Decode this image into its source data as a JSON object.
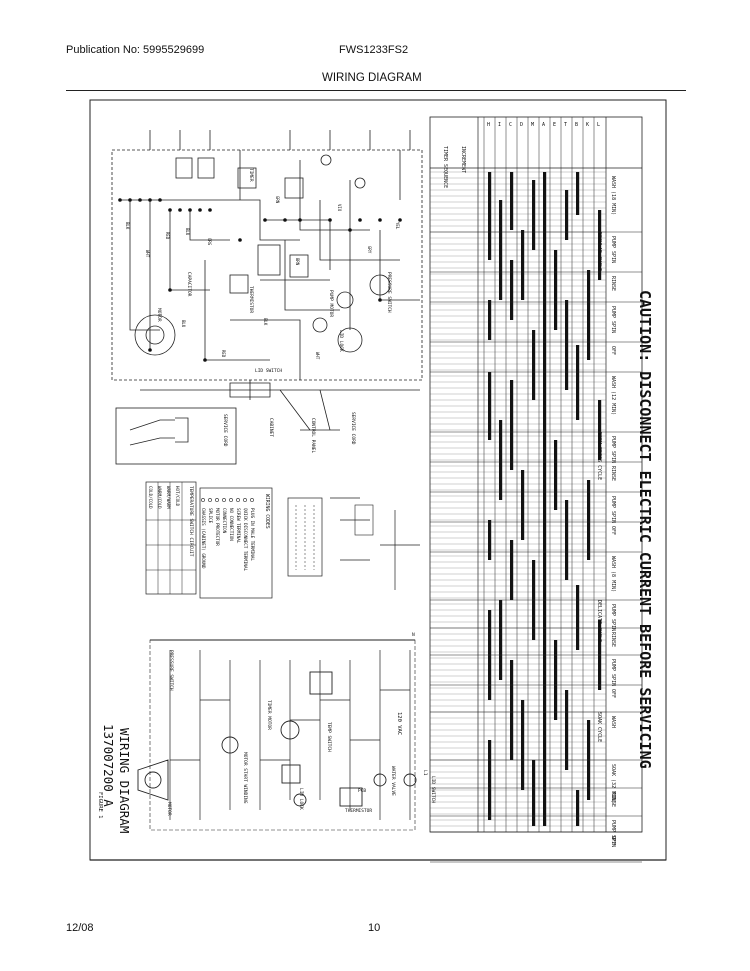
{
  "header": {
    "publication": "Publication No: 5995529699",
    "model": "FWS1233FS2",
    "title": "WIRING DIAGRAM"
  },
  "footer": {
    "date": "12/08",
    "page": "10"
  },
  "sheet": {
    "caution": "CAUTION: DISCONNECT ELECTRIC CURRENT BEFORE SERVICING",
    "diagram_title": "WIRING DIAGRAM",
    "diagram_number": "137007200 A",
    "figure_label": "FIGURE 1",
    "cycle_labels": [
      "REGULAR CYCLE",
      "PERM PRESS CYCLE",
      "DELICATE CYCLE",
      "SOAK CYCLE"
    ],
    "step_labels": [
      "WASH (18 MIN)",
      "PUMP SPIN",
      "RINSE",
      "PUMP SPIN",
      "OFF",
      "WASH (12 MIN)",
      "PUMP SPIN",
      "RINSE",
      "PUMP SPIN",
      "OFF",
      "WASH (8 MIN)",
      "PUMP SPIN",
      "RINSE",
      "PUMP SPIN",
      "OFF",
      "WASH",
      "SOAK (32 MIN)",
      "RINSE",
      "PUMP SPIN",
      "OFF"
    ],
    "switch_labels": [
      "H",
      "I",
      "C",
      "D",
      "M",
      "A",
      "E",
      "T",
      "B",
      "K",
      "L"
    ],
    "legend_title": "WIRING CODES",
    "legend_items": [
      "PLUG IN MALE TERMINAL",
      "QUICK DISCONNECT TERMINAL",
      "SCREW TERMINAL",
      "NO CONNECTION",
      "CONNECTION",
      "MOTOR PROTECTOR",
      "SPLICE",
      "CHASSIS (CABINET) GROUND"
    ],
    "temp_table_title": "TEMPERATURE SWITCH CIRCUIT",
    "temp_rows": [
      "HOT/COLD",
      "WARM/WARM",
      "WARM/COLD",
      "COLD/COLD"
    ],
    "schematic_labels": [
      "120 VAC",
      "L1",
      "N",
      "LID SWITCH",
      "WATER VALVE",
      "PCB",
      "THERMISTOR",
      "TEMP SWITCH",
      "TIMER MOTOR",
      "MOTOR START WINDING",
      "LID LOCK",
      "MOTOR",
      "PRESSURE SWITCH"
    ],
    "wiring_labels": [
      "TIMER",
      "MOTOR",
      "CAPACITOR",
      "THERMISTOR",
      "LID LOCK",
      "LID SWITCH",
      "SERVICE CORD",
      "CABINET",
      "CONTROL PANEL",
      "PRESSURE SWITCH",
      "PUMP MOTOR"
    ],
    "wire_codes": [
      "BLK",
      "WHT",
      "RED",
      "BLU",
      "ORG",
      "GRN",
      "BRN",
      "VIO",
      "GRY",
      "YEL"
    ]
  }
}
